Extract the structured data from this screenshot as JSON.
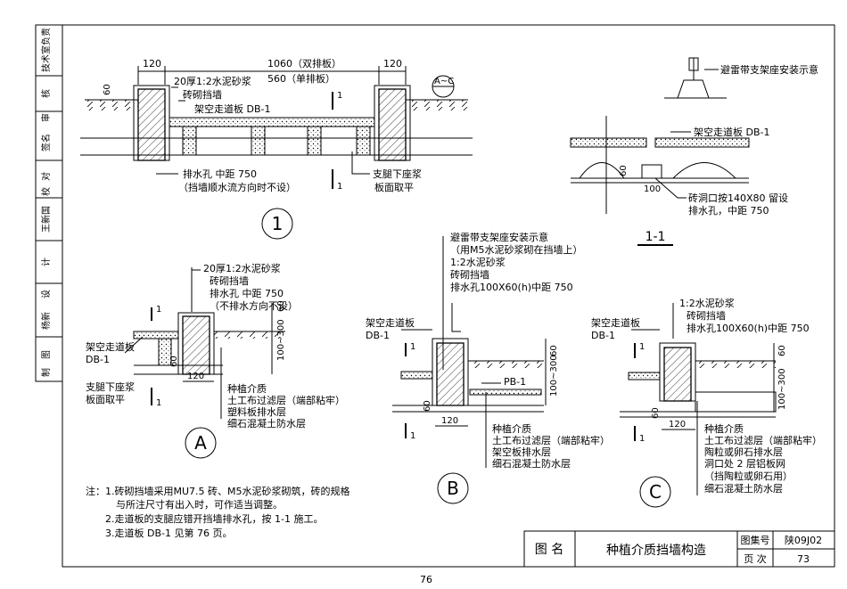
{
  "sidebar": {
    "roles": [
      {
        "role": "技术室负责"
      },
      {
        "role": "核"
      },
      {
        "role": "审"
      },
      {
        "role": "签名"
      },
      {
        "role": "对"
      },
      {
        "role": "校"
      },
      {
        "role": "王新国"
      },
      {
        "role": "计"
      },
      {
        "role": "设"
      },
      {
        "role": "杨新"
      },
      {
        "role": "图"
      },
      {
        "role": "制"
      }
    ]
  },
  "detail1": {
    "dim_left": "120",
    "dim_total": "1060（双排板）",
    "dim_single": "560（单排板）",
    "dim_right": "120",
    "dim_60": "60",
    "ref_tag": "A~C",
    "label_mortar": "20厚1:2水泥砂浆",
    "label_wall": "砖砌挡墙",
    "label_board": "架空走道板 DB-1",
    "label_drain": "排水孔  中距 750",
    "label_drain_note": "（挡墙顺水流方向时不设）",
    "label_leg": "支腿下座浆",
    "label_leg2": "板面取平",
    "section_mark": "1",
    "title": "1"
  },
  "section11": {
    "label_lightning": "避雷带支架座安装示意",
    "label_board": "架空走道板 DB-1",
    "dim_60": "60",
    "dim_100": "100",
    "label_hole": "砖洞口按140X80 留设",
    "label_drain": "排水孔，中距 750",
    "title": "1-1"
  },
  "detailA": {
    "label_mortar": "20厚1:2水泥砂浆",
    "label_wall": "砖砌挡墙",
    "label_drain": "排水孔  中距 750",
    "label_drain_note": "（不排水方向不设）",
    "label_board": "架空走道板",
    "label_board2": "DB-1",
    "label_leg": "支腿下座浆",
    "label_leg2": "板面取平",
    "dim_120": "120",
    "dim_60": "60",
    "dim_height": "100~300",
    "dim_top": "60",
    "layer1": "种植介质",
    "layer2": "土工布过滤层（端部粘牢）",
    "layer3": "塑料板排水层",
    "layer4": "细石混凝土防水层",
    "section_mark": "1",
    "title": "A"
  },
  "detailB": {
    "label_lightning": "避雷带支架座安装示意",
    "label_lightning_note": "（用M5水泥砂浆砌在挡墙上）",
    "label_mortar": "1:2水泥砂浆",
    "label_wall": "砖砌挡墙",
    "label_drain": "排水孔100X60(h)中距 750",
    "label_board": "架空走道板",
    "label_board2": "DB-1",
    "label_pb": "PB-1",
    "dim_120": "120",
    "dim_60": "60",
    "dim_height": "100~300",
    "dim_top": "60",
    "layer1": "种植介质",
    "layer2": "土工布过滤层（端部粘牢）",
    "layer3": "架空板排水层",
    "layer4": "细石混凝土防水层",
    "section_mark": "1",
    "title": "B"
  },
  "detailC": {
    "label_mortar": "1:2水泥砂浆",
    "label_wall": "砖砌挡墙",
    "label_drain": "排水孔100X60(h)中距 750",
    "label_board": "架空走道板",
    "label_board2": "DB-1",
    "dim_120": "120",
    "dim_60": "60",
    "dim_height": "100~300",
    "dim_top": "60",
    "layer1": "种植介质",
    "layer2": "土工布过滤层（端部粘牢）",
    "layer3": "陶粒或卵石排水层",
    "layer4": "洞口处 2 层铝板网",
    "layer4b": "（挡陶粒或卵石用）",
    "layer5": "细石混凝土防水层",
    "section_mark": "1",
    "title": "C"
  },
  "notes": {
    "lead": "注：",
    "n1": "1.砖砌挡墙采用MU7.5 砖、M5水泥砂浆砌筑，砖的规格",
    "n1b": "与所注尺寸有出入时，可作适当调整。",
    "n2": "2.走道板的支腿应错开挡墙排水孔，按 1-1 施工。",
    "n3": "3.走道板 DB-1 见第 76 页。"
  },
  "titleblock": {
    "label_name": "图 名",
    "name": "种植介质挡墙构造",
    "label_atlas": "图集号",
    "atlas": "陕09J02",
    "label_page": "页 次",
    "page": "73"
  },
  "footer_page": "76"
}
